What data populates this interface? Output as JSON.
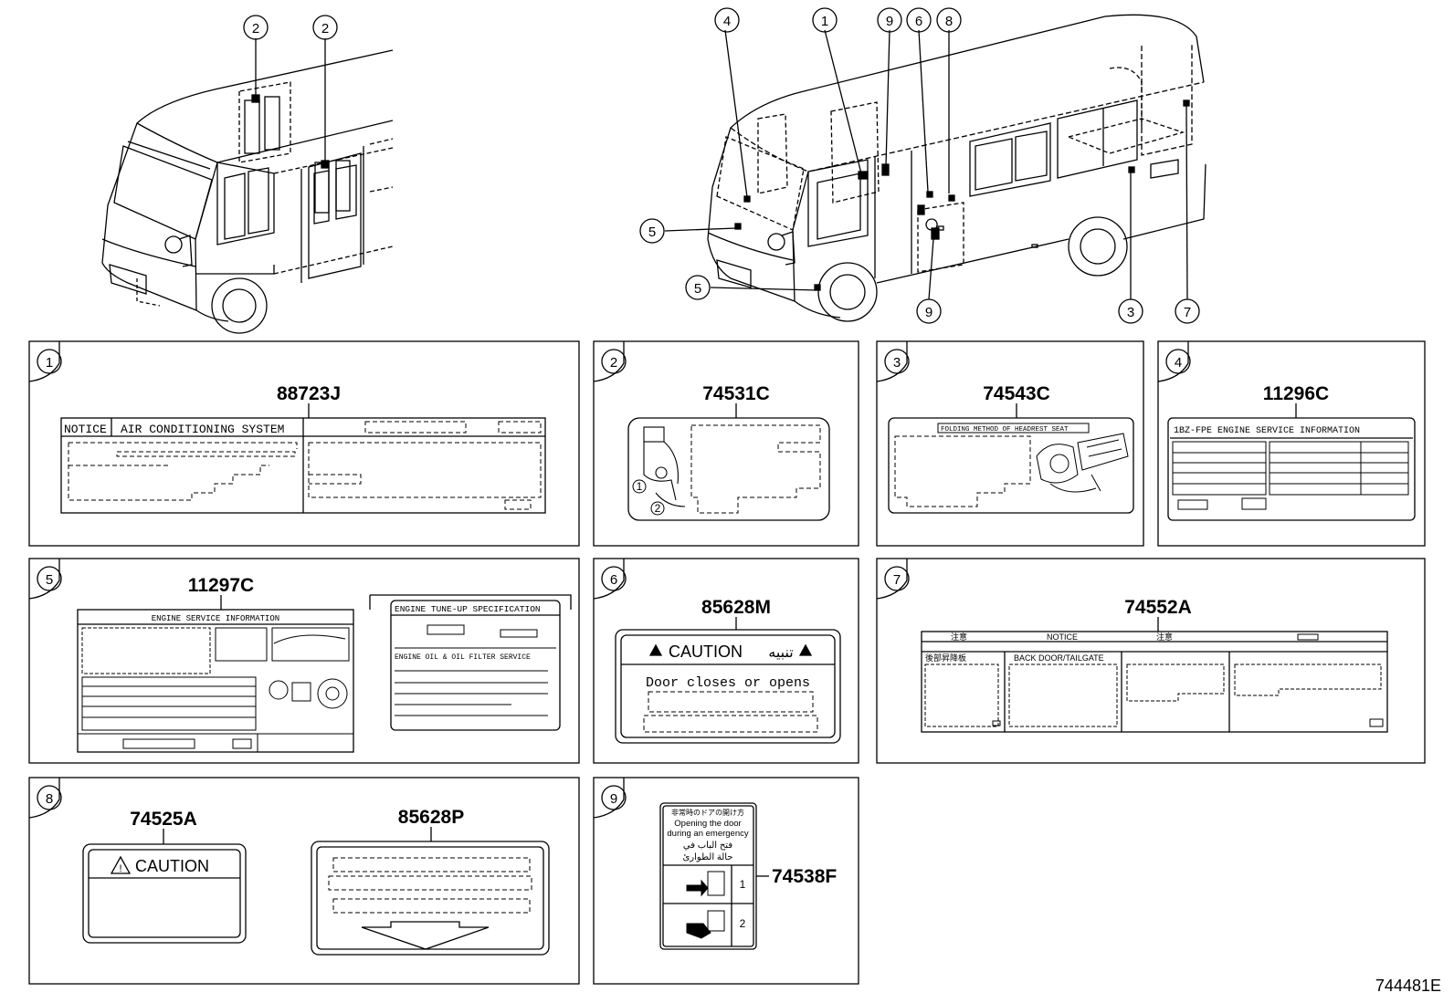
{
  "footer_ref": "744481E",
  "callouts": {
    "c1": "1",
    "c2": "2",
    "c3": "3",
    "c4": "4",
    "c5": "5",
    "c6": "6",
    "c7": "7",
    "c8": "8",
    "c9": "9"
  },
  "panels": {
    "p1": {
      "num": "1",
      "code": "88723J",
      "notice": "NOTICE",
      "title": "AIR CONDITIONING SYSTEM"
    },
    "p2": {
      "num": "2",
      "code": "74531C",
      "mark1": "1",
      "mark2": "2"
    },
    "p3": {
      "num": "3",
      "code": "74543C",
      "header": "FOLDING METHOD OF HEADREST SEAT"
    },
    "p4": {
      "num": "4",
      "code": "11296C",
      "header": "1BZ-FPE ENGINE SERVICE INFORMATION"
    },
    "p5": {
      "num": "5",
      "code": "11297C",
      "header": "ENGINE SERVICE INFORMATION",
      "spec_header": "ENGINE TUNE-UP SPECIFICATION",
      "filter_header": "ENGINE OIL & OIL FILTER SERVICE"
    },
    "p6": {
      "num": "6",
      "code": "85628M",
      "caution": "CAUTION",
      "caution_ar": "تنبيه",
      "body": "Door closes or opens"
    },
    "p7": {
      "num": "7",
      "code": "74552A",
      "jp_left": "注意",
      "notice": "NOTICE",
      "jp_right": "注意",
      "col1": "後部昇降板",
      "col2": "BACK DOOR/TAILGATE"
    },
    "p8": {
      "num": "8",
      "code_a": "74525A",
      "caution": "CAUTION",
      "code_b": "85628P"
    },
    "p9": {
      "num": "9",
      "code": "74538F",
      "jp": "非常時のドアの開け方",
      "en1": "Opening the door",
      "en2": "during an emergency",
      "ar1": "فتح الباب في",
      "ar2": "حالة الطوارئ",
      "step1": "1",
      "step2": "2"
    }
  }
}
